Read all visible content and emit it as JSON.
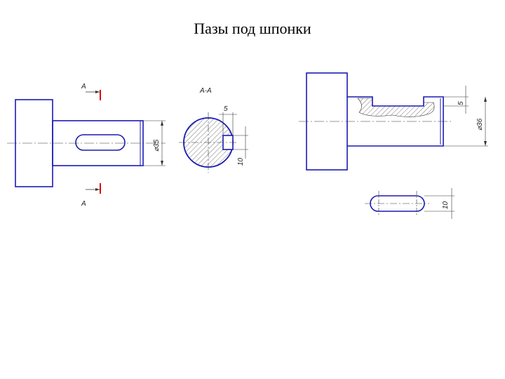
{
  "title": "Пазы под шпонки",
  "colors": {
    "outline": "#1a1ab4",
    "cut_mark": "#e00000",
    "aux": "#333333",
    "hatch": "#555555"
  },
  "labels": {
    "section_mark_top": "A",
    "section_mark_bottom": "A",
    "section_title": "A-A",
    "dim_diam_left": "⌀35",
    "dim_slot_width": "5",
    "dim_slot_depth": "10",
    "dim_diam_right": "⌀36",
    "dim_depth_right": "5",
    "dim_slot_right": "10"
  }
}
